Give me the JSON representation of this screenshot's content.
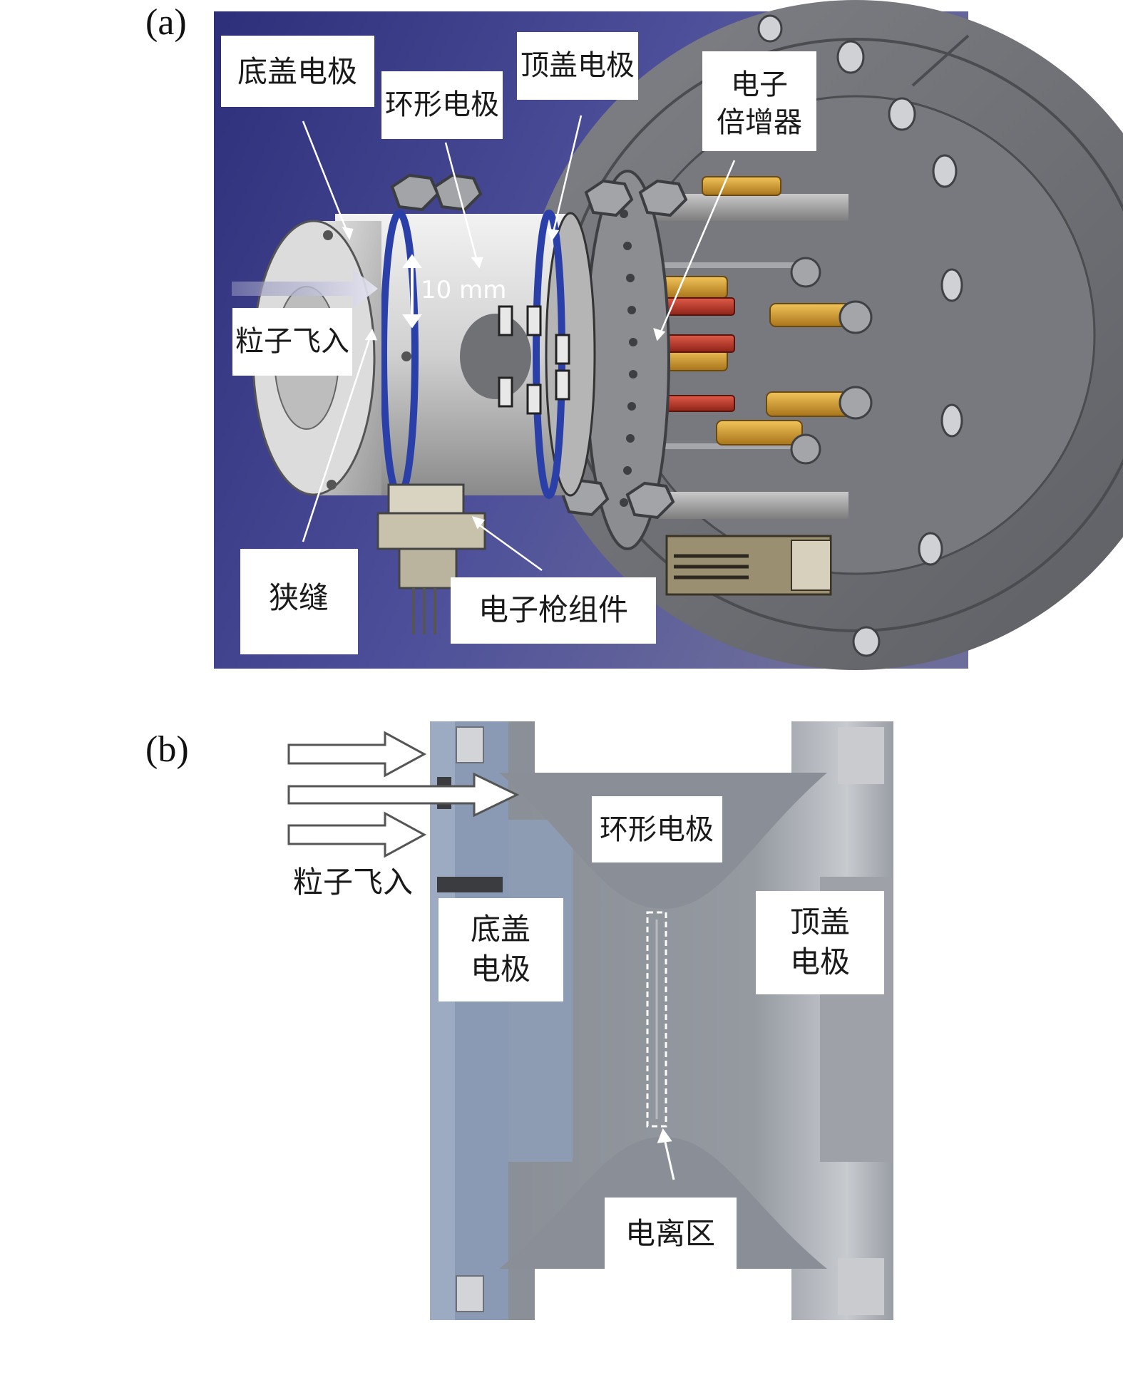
{
  "panel_a": {
    "letter": "(a)",
    "labels": {
      "bottom_cap": "底盖电极",
      "ring": "环形电极",
      "top_cap": "顶盖电极",
      "em_line1": "电子",
      "em_line2": "倍增器",
      "particle_in": "粒子飞入",
      "slit": "狭缝",
      "egun": "电子枪组件"
    },
    "scale": "10 mm"
  },
  "panel_b": {
    "letter": "(b)",
    "labels": {
      "ring": "环形电极",
      "particle_in": "粒子飞入",
      "bottom_line1": "底盖",
      "bottom_line2": "电极",
      "top_line1": "顶盖",
      "top_line2": "电极",
      "ion_region": "电离区"
    }
  },
  "colors": {
    "bg_purple": "#3d3f8c",
    "metal_light": "#dcdcdc",
    "blue_band": "#2a3fa8",
    "gold": "#d4a030",
    "red_pin": "#c0392b",
    "trap_gray": "#8d9299",
    "trap_blue": "#8a9ab5"
  }
}
